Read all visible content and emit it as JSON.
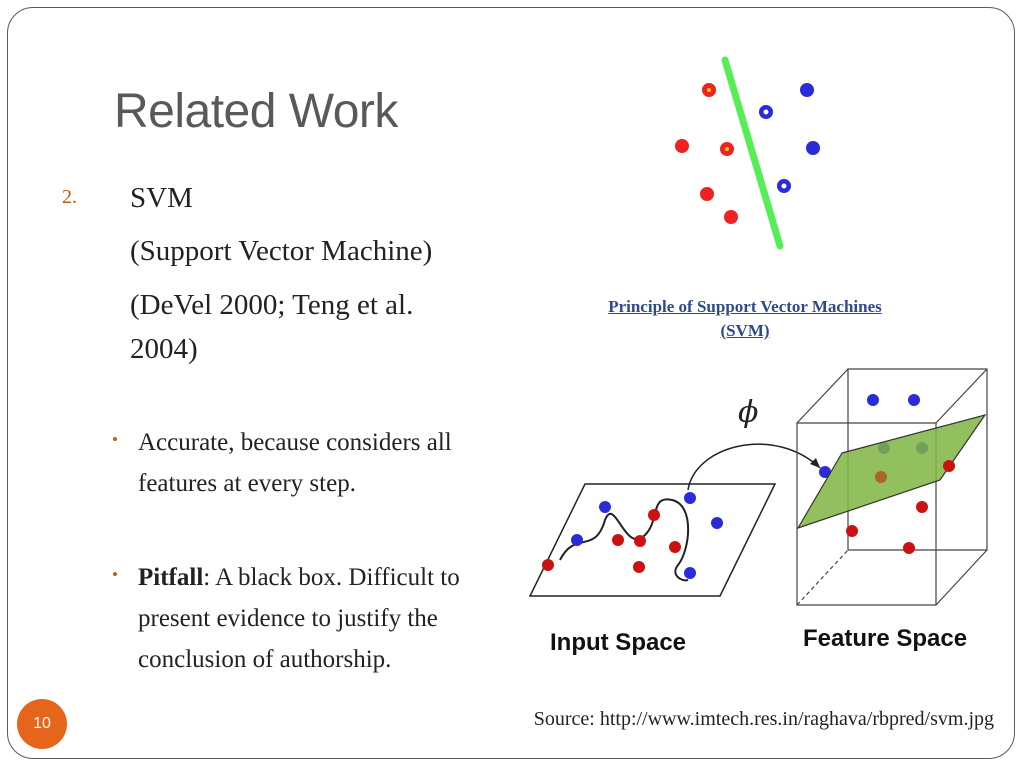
{
  "slide": {
    "title": "Related Work",
    "list_number": "2.",
    "main_lines": [
      "SVM",
      "(Support Vector Machine)",
      "(DeVel 2000; Teng et al.",
      "2004)"
    ],
    "bullets": [
      {
        "bold": "",
        "text": "Accurate, because considers all features at every step."
      },
      {
        "bold": "Pitfall",
        "text": ": A black box. Difficult to present evidence to justify the conclusion of authorship."
      }
    ],
    "bullet_glyph": "•",
    "page_number": "10",
    "source": "Source: http://www.imtech.res.in/raghava/rbpred/svm.jpg"
  },
  "figure": {
    "caption_line1": "Principle of Support Vector Machines",
    "caption_line2": "(SVM)",
    "phi_symbol": "ϕ",
    "input_space_label": "Input Space",
    "feature_space_label": "Feature Space",
    "colors": {
      "class_red": "#ee2222",
      "class_blue": "#2b2bd9",
      "separator": "#55ee55",
      "plane": "#7fb542",
      "accent": "#e5661a",
      "caption": "#2e4a8f"
    }
  }
}
